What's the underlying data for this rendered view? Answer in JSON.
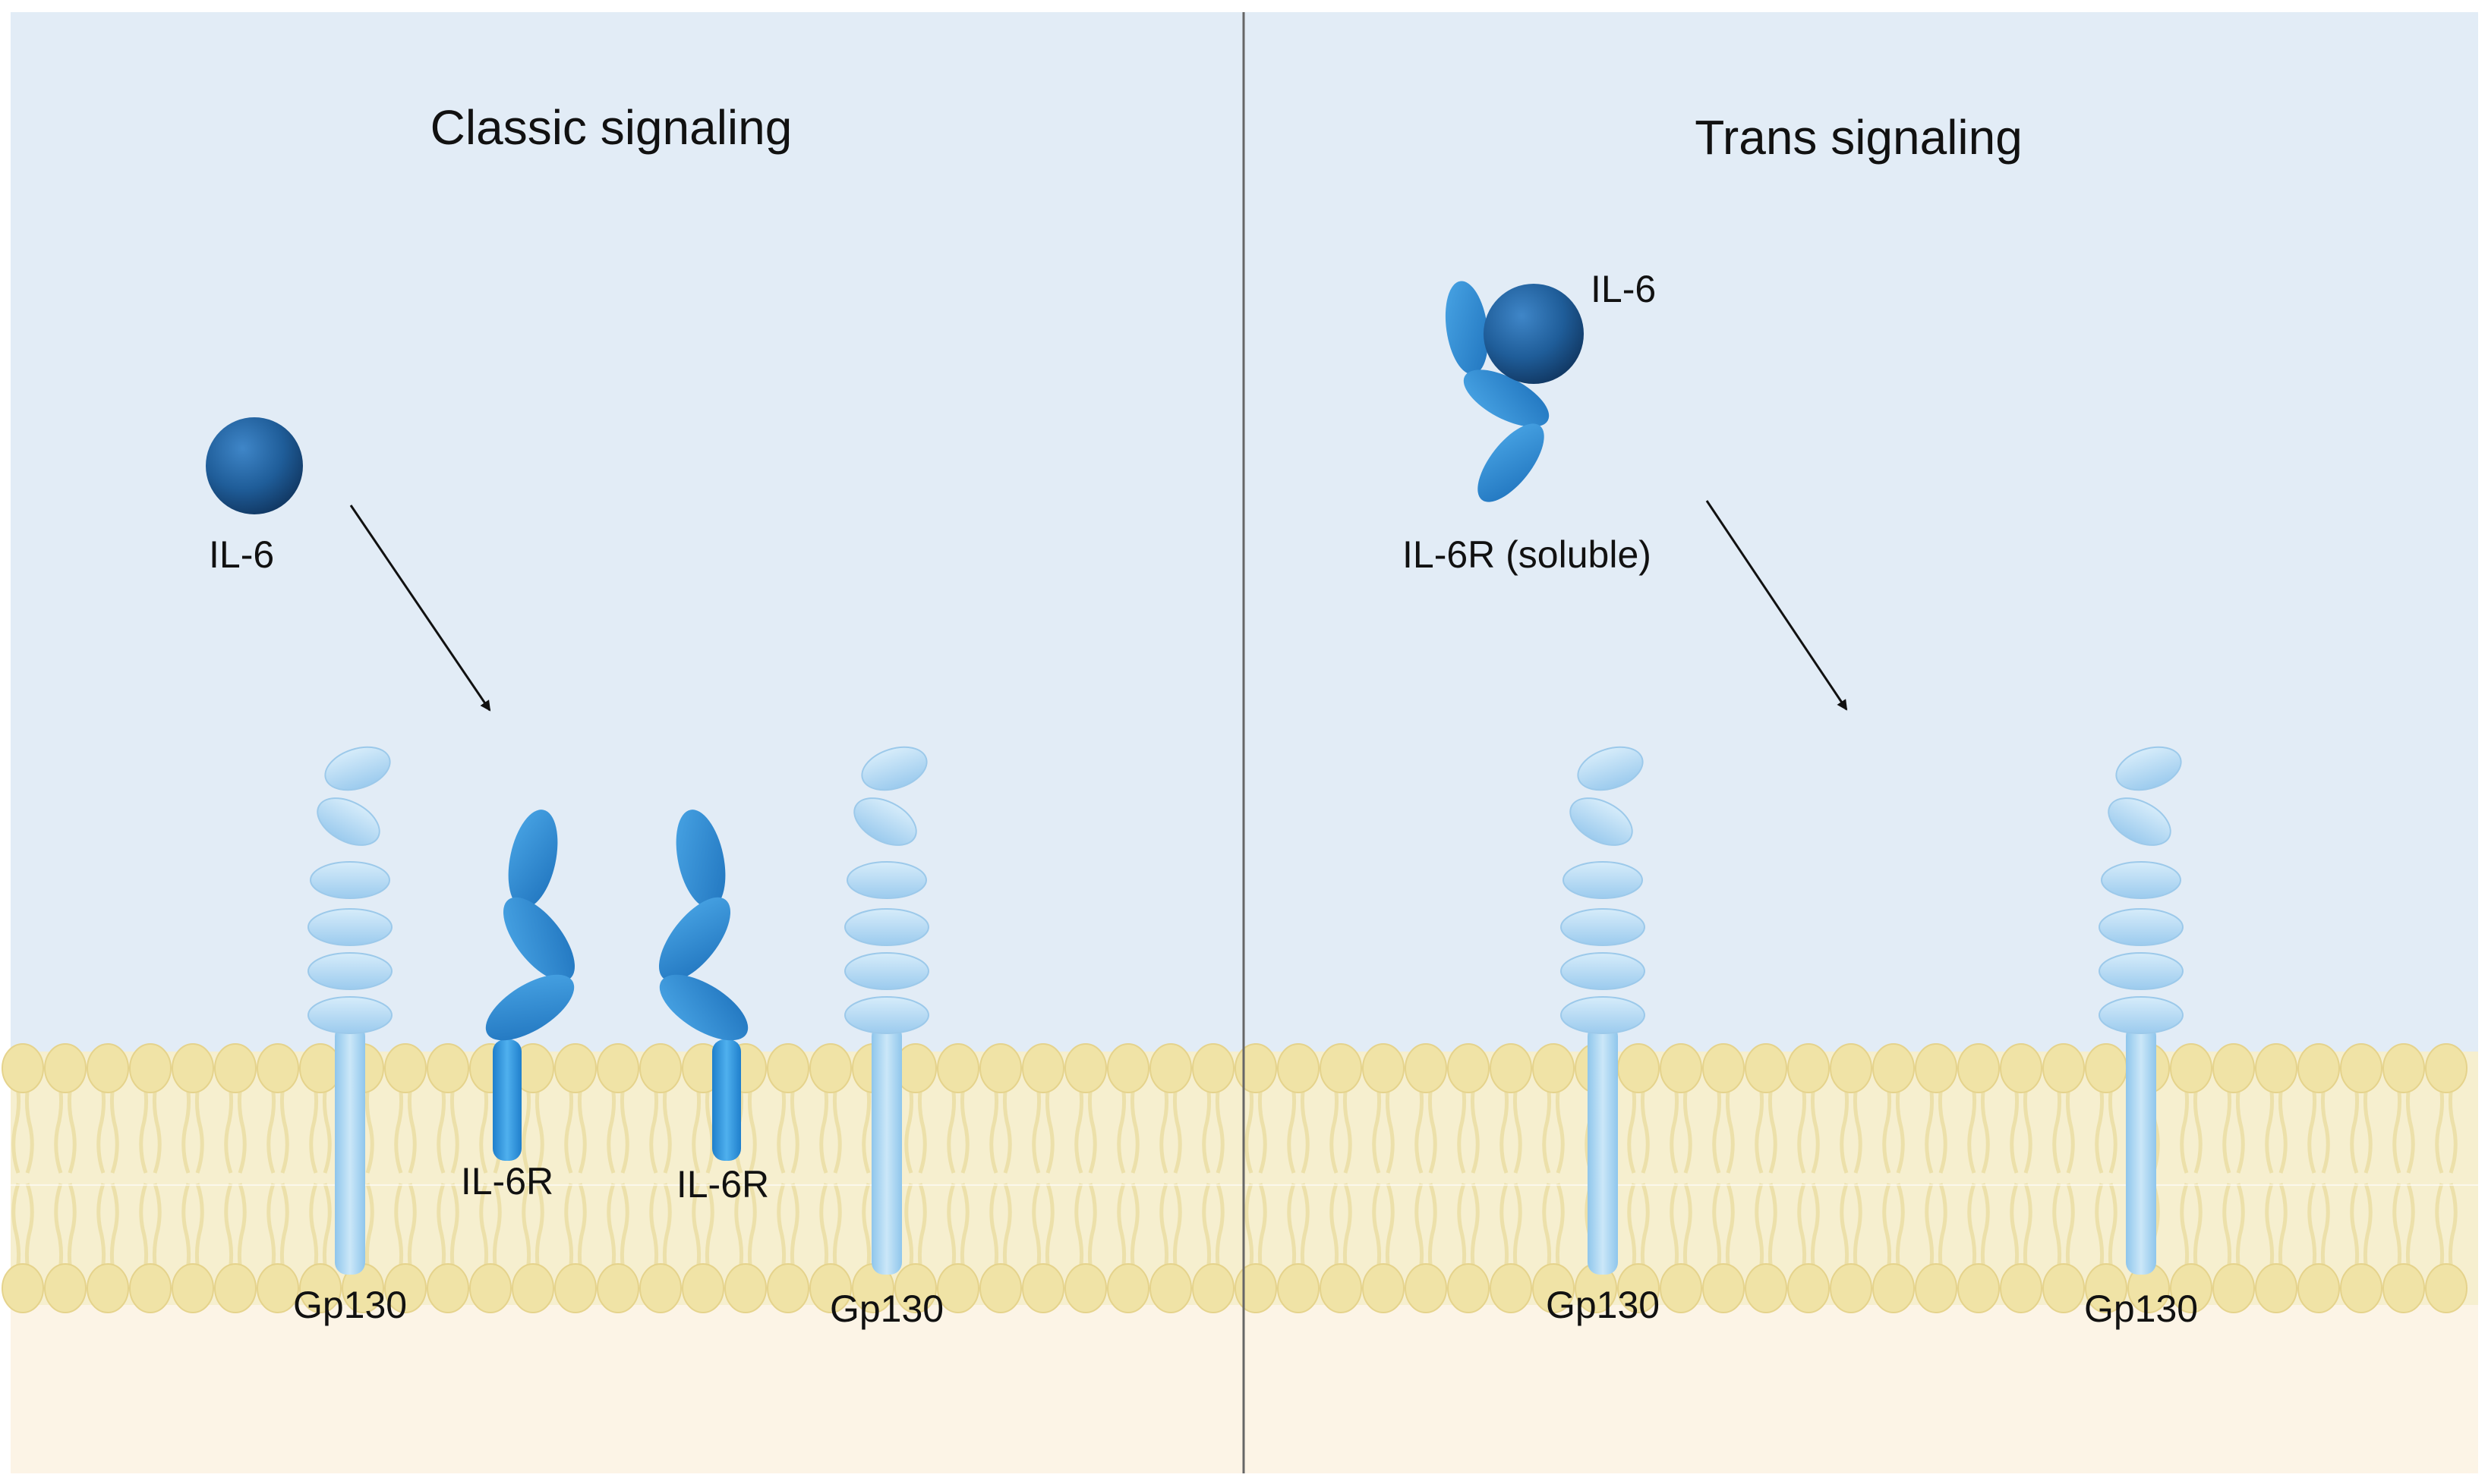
{
  "panels": [
    {
      "title": "Classic signaling",
      "ligand_label": "IL-6",
      "receptor_labels": [
        "IL-6R",
        "IL-6R"
      ],
      "gp130_labels": [
        "Gp130",
        "Gp130"
      ]
    },
    {
      "title": "Trans signaling",
      "ligand_label": "IL-6",
      "soluble_receptor_label": "IL-6R (soluble)",
      "gp130_labels": [
        "Gp130",
        "Gp130"
      ]
    }
  ],
  "colors": {
    "extracellular": "#e2ecf6",
    "membrane": "#efe2ac",
    "lipid_head": "#f0e3a6",
    "cytoplasm": "#fcf4e6",
    "il6": "#1f5d99",
    "il6r": "#2d8ad4",
    "gp130_domain": "#b9dbf3",
    "gp130_stalk": "#a9d6f2",
    "divider": "#666666"
  }
}
